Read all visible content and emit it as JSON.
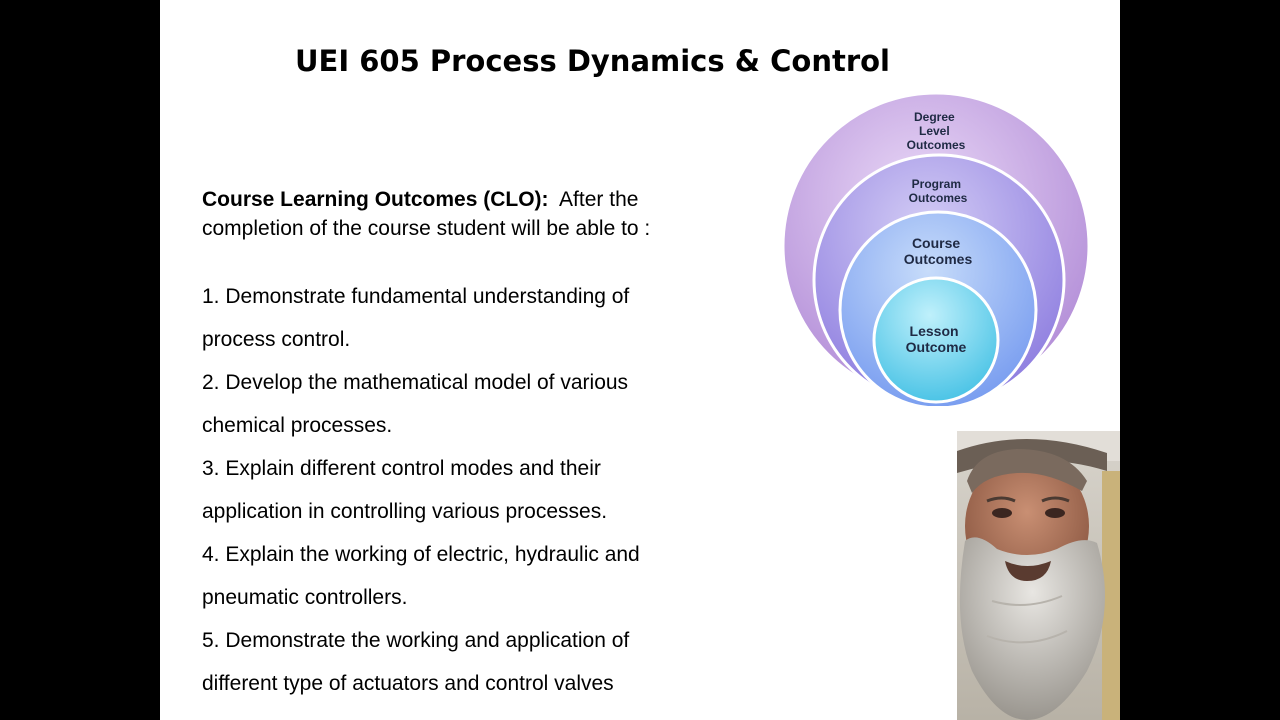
{
  "slide": {
    "title": "UEI 605 Process Dynamics & Control",
    "intro": {
      "label": "Course Learning Outcomes (CLO):",
      "text_after": "After the",
      "line2": "completion of the course student will be able to :"
    },
    "outcomes": [
      {
        "line1": "1. Demonstrate fundamental understanding of",
        "line2": "process control."
      },
      {
        "line1": "2. Develop the mathematical model of various",
        "line2": "chemical processes."
      },
      {
        "line1": "3. Explain different control modes and their",
        "line2": "application in controlling various processes."
      },
      {
        "line1": "4. Explain the working of electric, hydraulic and",
        "line2": "pneumatic controllers."
      },
      {
        "line1": "5. Demonstrate the working and application of",
        "line2": "different type of actuators and control valves"
      }
    ]
  },
  "diagram": {
    "rings": [
      {
        "lines": [
          "Degree",
          "Level",
          "Outcomes"
        ],
        "color": "#c4a6e0"
      },
      {
        "lines": [
          "Program",
          "Outcomes"
        ],
        "color": "#a89ae6"
      },
      {
        "lines": [
          "Course",
          "Outcomes"
        ],
        "color": "#8fb3f0"
      },
      {
        "lines": [
          "Lesson",
          "Outcome"
        ],
        "color": "#6fd6ee"
      }
    ]
  },
  "presenter": {
    "icon": "presenter-avatar-icon"
  }
}
